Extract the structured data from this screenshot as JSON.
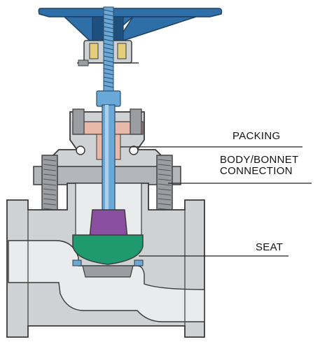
{
  "diagram": {
    "subject": "globe-valve-cutaway",
    "labels": {
      "packing": "PACKING",
      "body_bonnet_line1": "BODY/BONNET",
      "body_bonnet_line2": "CONNECTION",
      "seat": "SEAT"
    },
    "colors": {
      "handwheel": "#2f6fa8",
      "handwheel_shadow": "#1f4f7c",
      "stem": "#6aa8d8",
      "stem_highlight": "#a9d1ef",
      "body": "#cfd2d5",
      "body_dark": "#b3b7bb",
      "body_outline": "#3a3a3a",
      "cavity": "#e9ebed",
      "packing": "#e8b9a8",
      "disc_holder": "#8a4fa0",
      "seat": "#1f9a6e",
      "bolt": "#9a9ea3",
      "yoke_nut": "#e6cf7a",
      "leader_line": "#222222"
    }
  }
}
